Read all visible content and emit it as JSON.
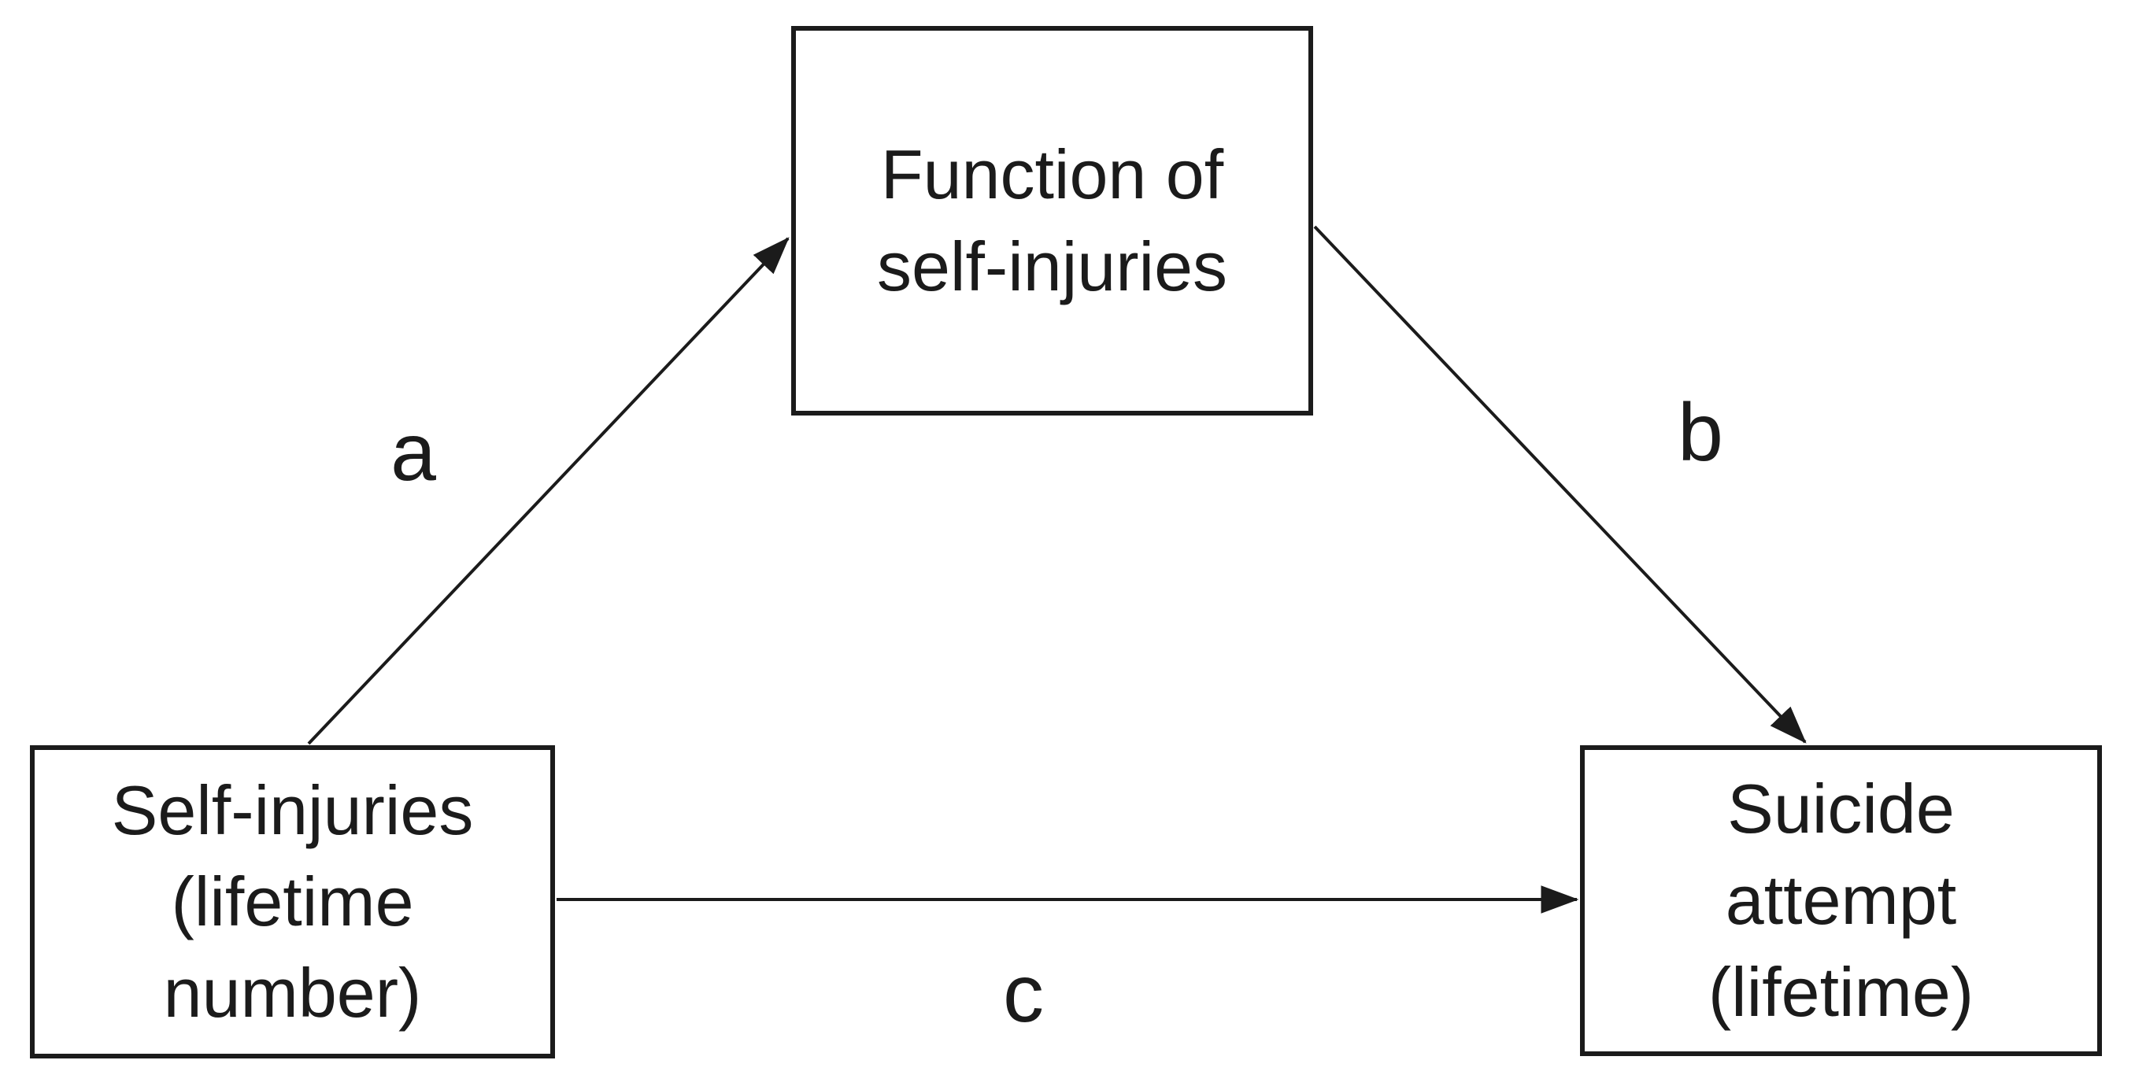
{
  "figure": {
    "type": "mediation-path-diagram",
    "background_color": "#ffffff",
    "stroke_color": "#1b1b1b",
    "nodes": {
      "mediator": {
        "label": "Function of\nself-injuries"
      },
      "predictor": {
        "label": "Self-injuries\n(lifetime\nnumber)"
      },
      "outcome": {
        "label": "Suicide\nattempt\n(lifetime)"
      }
    },
    "paths": {
      "a": {
        "label": "a",
        "from": "Self-injuries (lifetime number)",
        "to": "Function of self-injuries"
      },
      "b": {
        "label": "b",
        "from": "Function of self-injuries",
        "to": "Suicide attempt (lifetime)"
      },
      "c": {
        "label": "c",
        "from": "Self-injuries (lifetime number)",
        "to": "Suicide attempt (lifetime)"
      }
    }
  }
}
